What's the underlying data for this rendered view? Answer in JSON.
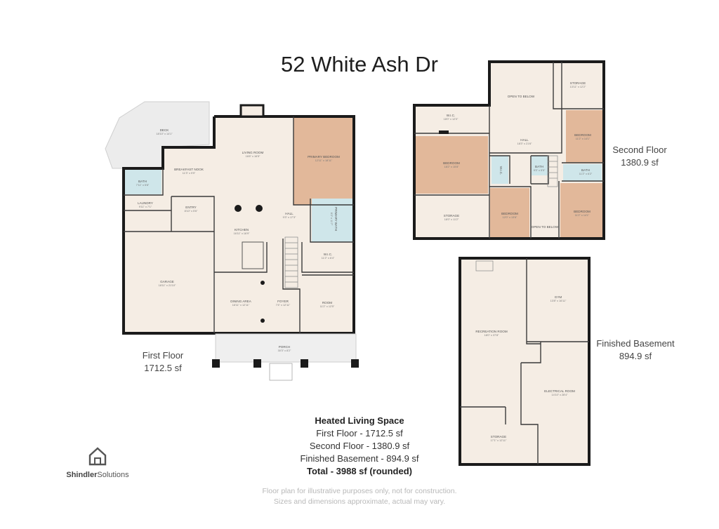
{
  "title": "52 White Ash Dr",
  "colors": {
    "floor": "#f5ede4",
    "accent_room": "#e2b89a",
    "bath": "#cfe6ea",
    "deck": "#ececec",
    "wall": "#1b1b1b"
  },
  "floors": {
    "first": {
      "name": "First Floor",
      "area": "1712.5 sf",
      "rooms": [
        {
          "name": "DECK",
          "dim": "18'10\" x 14'1\""
        },
        {
          "name": "LIVING ROOM",
          "dim": "16'6\" x 16'5\""
        },
        {
          "name": "PRIMARY BEDROOM",
          "dim": "12'11\" x 18'11\""
        },
        {
          "name": "BREAKFAST NOOK",
          "dim": "11'3\" x 9'9\""
        },
        {
          "name": "BATH",
          "dim": "7'11\" x 5'8\""
        },
        {
          "name": "LAUNDRY",
          "dim": "9'11\" x 7'1\""
        },
        {
          "name": "ENTRY",
          "dim": "8'10\" x 5'6\""
        },
        {
          "name": "KITCHEN",
          "dim": "16'11\" x 16'9\""
        },
        {
          "name": "HALL",
          "dim": "9'3\" x 17'3\""
        },
        {
          "name": "PRIMARY BATH",
          "dim": "8'2\" x 11'7\""
        },
        {
          "name": "GARAGE",
          "dim": "18'11\" x 21'10\""
        },
        {
          "name": "W.I.C.",
          "dim": "11'2\" x 6'4\""
        },
        {
          "name": "DINING AREA",
          "dim": "16'11\" x 12'11\""
        },
        {
          "name": "FOYER",
          "dim": "7'4\" x 12'11\""
        },
        {
          "name": "ROOM",
          "dim": "11'2\" x 12'5\""
        },
        {
          "name": "PORCH",
          "dim": "30'3\" x 8'2\""
        }
      ]
    },
    "second": {
      "name": "Second Floor",
      "area": "1380.9 sf",
      "rooms": [
        {
          "name": "OPEN TO BELOW",
          "dim": ""
        },
        {
          "name": "STORAGE",
          "dim": "13'11\" x 12'2\""
        },
        {
          "name": "W.I.C.",
          "dim": "18'0\" x 12'0\""
        },
        {
          "name": "BEDROOM",
          "dim": "11'2\" x 14'1\""
        },
        {
          "name": "HALL",
          "dim": "18'3\" x 21'6\""
        },
        {
          "name": "BEDROOM",
          "dim": "18'2\" x 15'8\""
        },
        {
          "name": "BATH",
          "dim": "9'3\" x 5'5\""
        },
        {
          "name": "W.I.C.",
          "dim": ""
        },
        {
          "name": "BATH",
          "dim": "11'2\" x 6'2\""
        },
        {
          "name": "STORAGE",
          "dim": "18'0\" x 11'2\""
        },
        {
          "name": "BEDROOM",
          "dim": "12'0\" x 13'6\""
        },
        {
          "name": "OPEN TO BELOW",
          "dim": ""
        },
        {
          "name": "BEDROOM",
          "dim": "11'2\" x 14'1\""
        }
      ]
    },
    "basement": {
      "name": "Finished Basement",
      "area": "894.9 sf",
      "rooms": [
        {
          "name": "GYM",
          "dim": "13'8\" x 16'11\""
        },
        {
          "name": "RECREATION ROOM",
          "dim": "18'0\" x 37'8\""
        },
        {
          "name": "ELECTRICAL ROOM",
          "dim": "14'10\" x 28'4\""
        },
        {
          "name": "STORAGE",
          "dim": "17'1\" x 12'11\""
        }
      ]
    }
  },
  "summary": {
    "heading": "Heated Living Space",
    "lines": [
      "First Floor - 1712.5 sf",
      "Second Floor - 1380.9 sf",
      "Finished Basement - 894.9 sf"
    ],
    "total": "Total - 3988 sf (rounded)"
  },
  "disclaimer": [
    "Floor plan for illustrative purposes only, not for construction.",
    "Sizes and dimensions approximate, actual may vary."
  ],
  "logo": {
    "text_bold": "Shindler",
    "text_regular": "Solutions",
    "icon": "house-icon"
  }
}
